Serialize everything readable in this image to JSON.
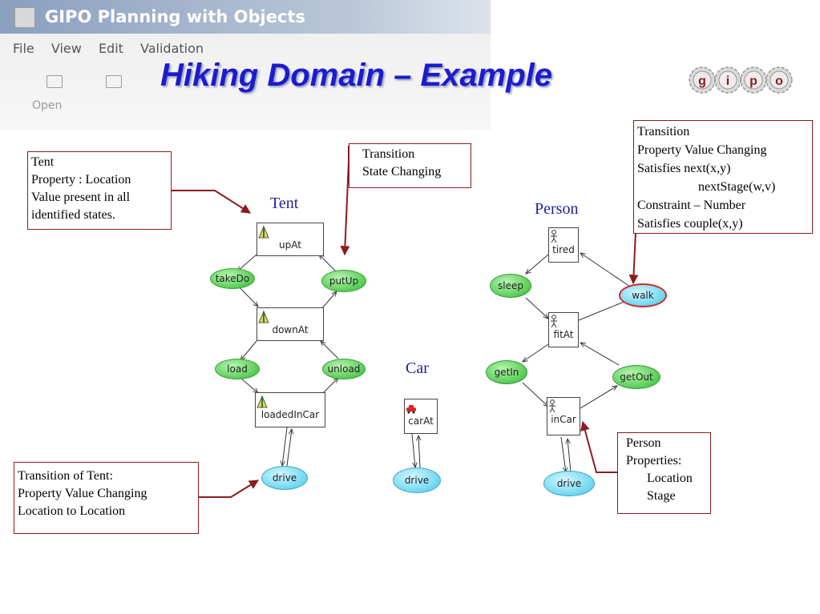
{
  "app_window": {
    "title": "GIPO Planning with Objects",
    "menu": [
      "File",
      "View",
      "Edit",
      "Validation"
    ],
    "toolbar_labels": [
      "Open"
    ]
  },
  "slide_title": "Hiking Domain – Example",
  "logo": {
    "letters": [
      "g",
      "i",
      "p",
      "o"
    ]
  },
  "callouts": {
    "tent_property": [
      "Tent",
      "Property : Location",
      "Value present in all",
      "identified states."
    ],
    "state_changing": [
      "Transition",
      "State Changing"
    ],
    "walk_transition": [
      "Transition",
      "Property Value Changing",
      "Satisfies next(x,y)",
      "nextStage(w,v)",
      "Constraint – Number",
      "Satisfies couple(x,y)"
    ],
    "tent_transition": [
      "Transition of Tent:",
      "Property Value Changing",
      "Location to Location"
    ],
    "person_properties": [
      "Person",
      "Properties:",
      "Location",
      "Stage"
    ]
  },
  "diagrams": {
    "tent": {
      "label": "Tent",
      "states": [
        "upAt",
        "downAt",
        "loadedInCar"
      ],
      "transitions": [
        "takeDo",
        "putUp",
        "load",
        "unload",
        "drive"
      ]
    },
    "car": {
      "label": "Car",
      "states": [
        "carAt"
      ],
      "transitions": [
        "drive"
      ]
    },
    "person": {
      "label": "Person",
      "states": [
        "tired",
        "fitAt",
        "inCar"
      ],
      "transitions": [
        "sleep",
        "walk",
        "getIn",
        "getOut",
        "drive"
      ]
    }
  },
  "colors": {
    "title": "#1c1cce",
    "callout_border": "#8b1c1c",
    "label": "#1f1f9a",
    "transition_green": "#4ec94e",
    "transition_cyan": "#66d4ef"
  }
}
